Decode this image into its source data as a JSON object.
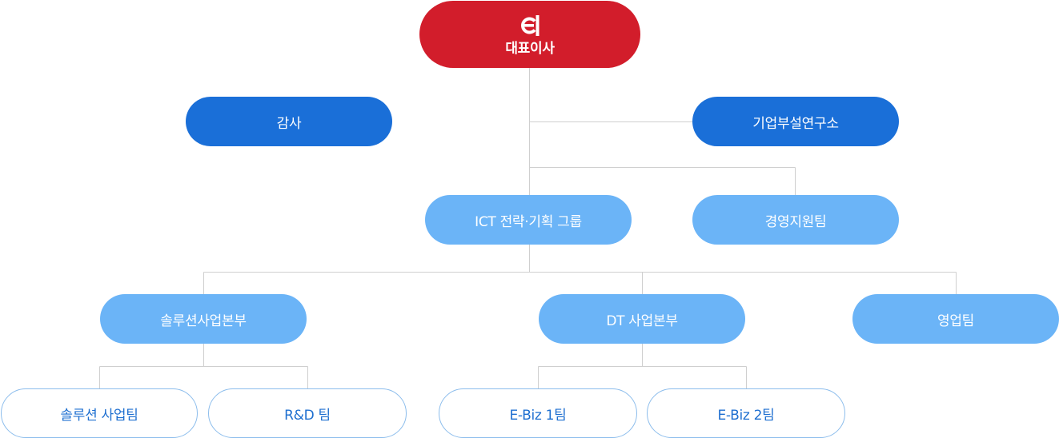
{
  "ceo": {
    "title": "대표이사",
    "logo": "e1-logo"
  },
  "level1": {
    "left": "감사",
    "right": "기업부설연구소"
  },
  "level2": {
    "ict": "ICT 전략·기획 그룹",
    "support": "경영지원팀"
  },
  "divisions": {
    "solution": "솔루션사업본부",
    "dt": "DT 사업본부",
    "sales": "영업팀"
  },
  "teams": {
    "solution_team": "솔루션 사업팀",
    "rnd": "R&D 팀",
    "ebiz1": "E-Biz 1팀",
    "ebiz2": "E-Biz 2팀"
  },
  "colors": {
    "ceo": "#d21d2b",
    "dark_blue": "#1a6fd8",
    "light_blue": "#6bb4f7",
    "outline": "#8cbdec",
    "line": "#cfcfcf"
  }
}
